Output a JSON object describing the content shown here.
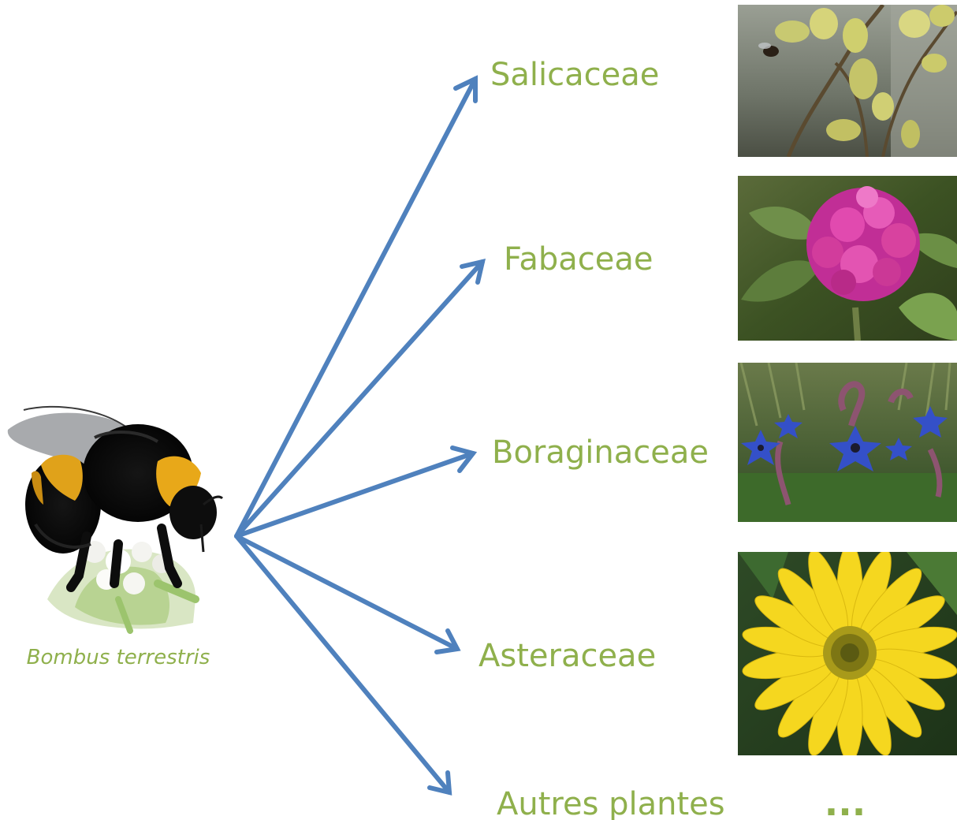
{
  "colors": {
    "text_green": "#8fb04c",
    "arrow_blue": "#4f81bd"
  },
  "insect": {
    "caption": "Bombus terrestris",
    "icon": "bumblebee-photo"
  },
  "families": [
    {
      "name": "Salicaceae",
      "photo_icon": "willow-catkins-photo"
    },
    {
      "name": "Fabaceae",
      "photo_icon": "red-clover-photo"
    },
    {
      "name": "Boraginaceae",
      "photo_icon": "borage-flowers-photo"
    },
    {
      "name": "Asteraceae",
      "photo_icon": "yellow-daisy-photo"
    },
    {
      "name": "Autres plantes",
      "photo_icon": "ellipsis"
    }
  ],
  "ellipsis_text": "..."
}
